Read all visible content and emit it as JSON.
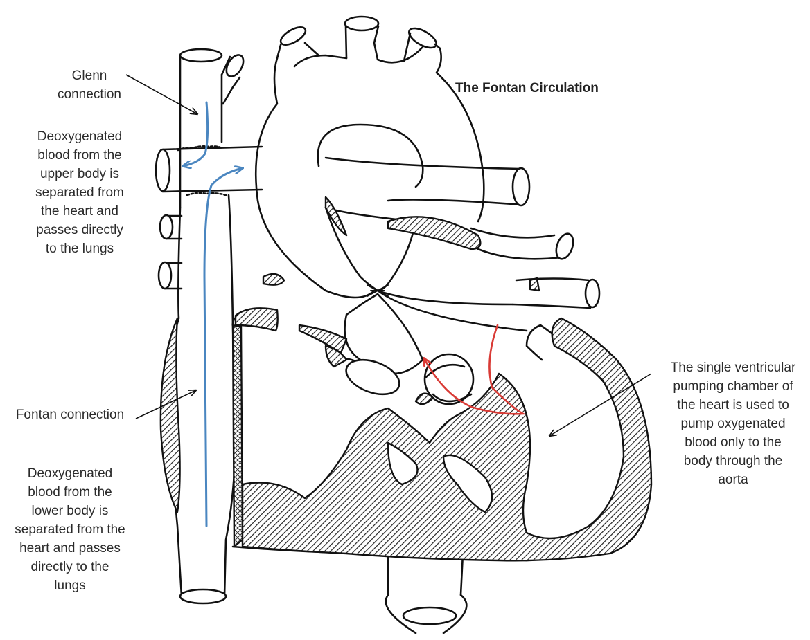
{
  "diagram": {
    "title": "The Fontan Circulation",
    "labels": {
      "glenn_heading": [
        "Glenn",
        "connection"
      ],
      "glenn_description": [
        "Deoxygenated",
        "blood from the",
        "upper body is",
        "separated from",
        "the heart and",
        "passes directly",
        "to the lungs"
      ],
      "fontan_heading": [
        "Fontan connection"
      ],
      "fontan_description": [
        "Deoxygenated",
        "blood from the",
        "lower body is",
        "separated from the",
        "heart and passes",
        "directly to the",
        "lungs"
      ],
      "ventricle_description": [
        "The single ventricular",
        "pumping chamber of",
        "the heart is used to",
        "pump oxygenated",
        "blood only to the",
        "body through the",
        "aorta"
      ]
    },
    "colors": {
      "line": "#111111",
      "venous_flow": "#4a86c0",
      "arterial_flow": "#d93a35",
      "wall_fill": "#3a3a3a",
      "background": "#ffffff"
    }
  }
}
